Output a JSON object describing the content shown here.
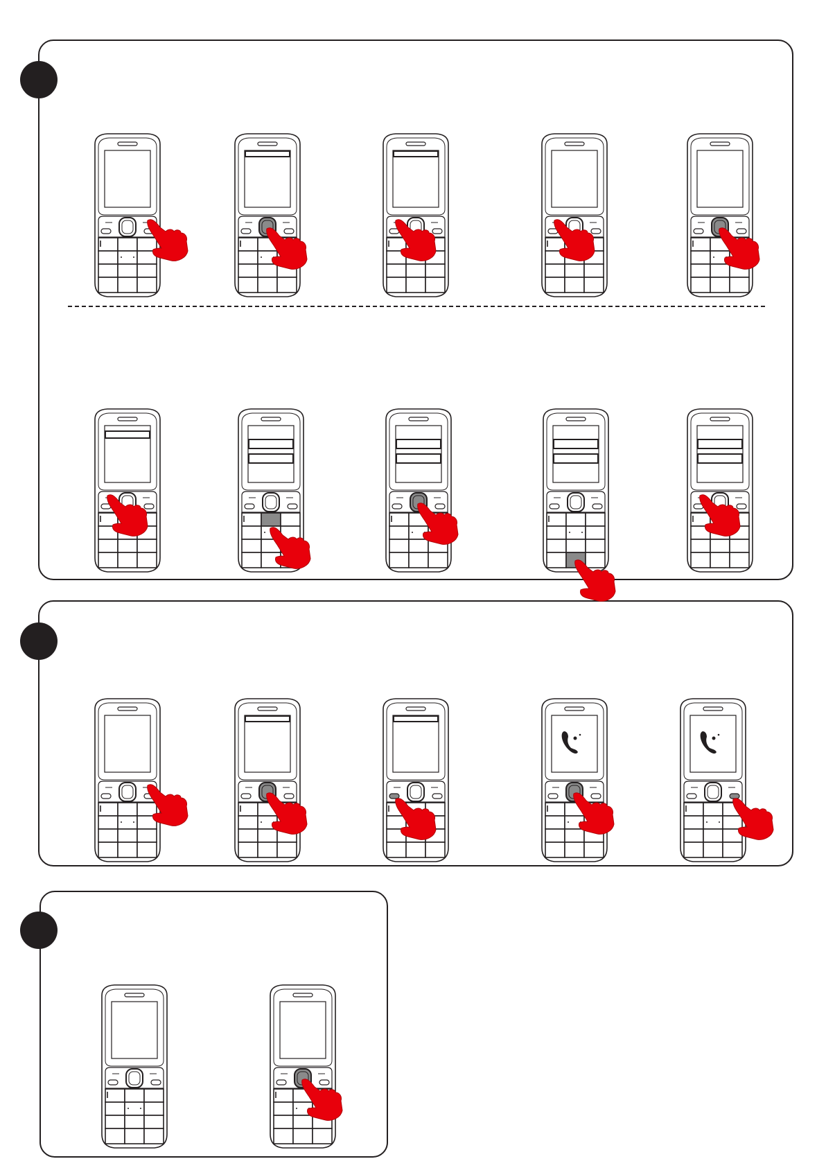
{
  "colors": {
    "ink": "#231f20",
    "hand": "#e8000b",
    "pressed": "#8a8a8a",
    "paper": "#ffffff"
  },
  "sections": [
    {
      "id": "section-1",
      "badge_label": "",
      "rows": [
        {
          "steps": [
            {
              "screen": "blank",
              "pressed_key": "none",
              "hand_target": "right-softkey"
            },
            {
              "screen": "menu-1",
              "pressed_key": "center",
              "hand_target": "center"
            },
            {
              "screen": "menu-1",
              "pressed_key": "none",
              "hand_target": "left-softkey"
            },
            {
              "screen": "blank",
              "pressed_key": "none",
              "hand_target": "left-softkey"
            },
            {
              "screen": "blank",
              "pressed_key": "center",
              "hand_target": "center"
            }
          ]
        },
        {
          "steps": [
            {
              "screen": "menu-1b",
              "pressed_key": "none",
              "hand_target": "left-softkey"
            },
            {
              "screen": "menu-2",
              "pressed_key": "key-2",
              "hand_target": "key-2"
            },
            {
              "screen": "menu-2",
              "pressed_key": "center",
              "hand_target": "center"
            },
            {
              "screen": "menu-2",
              "pressed_key": "key-0",
              "hand_target": "key-0"
            },
            {
              "screen": "menu-2",
              "pressed_key": "none",
              "hand_target": "left-softkey"
            }
          ]
        }
      ]
    },
    {
      "id": "section-2",
      "badge_label": "",
      "rows": [
        {
          "steps": [
            {
              "screen": "blank",
              "pressed_key": "none",
              "hand_target": "right-softkey"
            },
            {
              "screen": "menu-1",
              "pressed_key": "center",
              "hand_target": "center"
            },
            {
              "screen": "menu-1",
              "pressed_key": "call",
              "hand_target": "call"
            },
            {
              "screen": "calling",
              "pressed_key": "center",
              "hand_target": "center"
            },
            {
              "screen": "calling",
              "pressed_key": "end",
              "hand_target": "end"
            }
          ]
        }
      ]
    },
    {
      "id": "section-3",
      "badge_label": "",
      "rows": [
        {
          "steps": [
            {
              "screen": "blank",
              "pressed_key": "none",
              "hand_target": "none"
            },
            {
              "screen": "blank",
              "pressed_key": "center",
              "hand_target": "center"
            }
          ]
        }
      ]
    }
  ],
  "icons": {
    "call": "phone-call-icon",
    "hand": "pointing-hand-icon",
    "badge": "step-number-badge"
  }
}
